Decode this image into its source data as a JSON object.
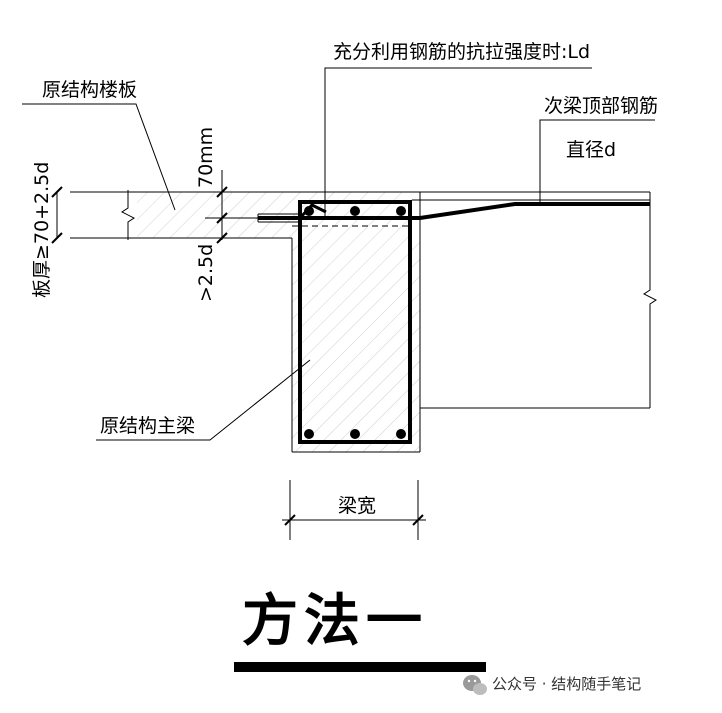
{
  "labels": {
    "anchorage": "充分利用钢筋的抗拉强度时:Ld",
    "original_slab": "原结构楼板",
    "secondary_beam_top_rebar": "次梁顶部钢筋",
    "diameter": "直径d",
    "slab_thickness": "板厚≥70+2.5d",
    "dim_70mm": "70mm",
    "dim_2_5d": ">2.5d",
    "original_main_beam": "原结构主梁",
    "beam_width": "梁宽"
  },
  "title": "方法一",
  "watermark": "公众号 · 结构随手笔记"
}
